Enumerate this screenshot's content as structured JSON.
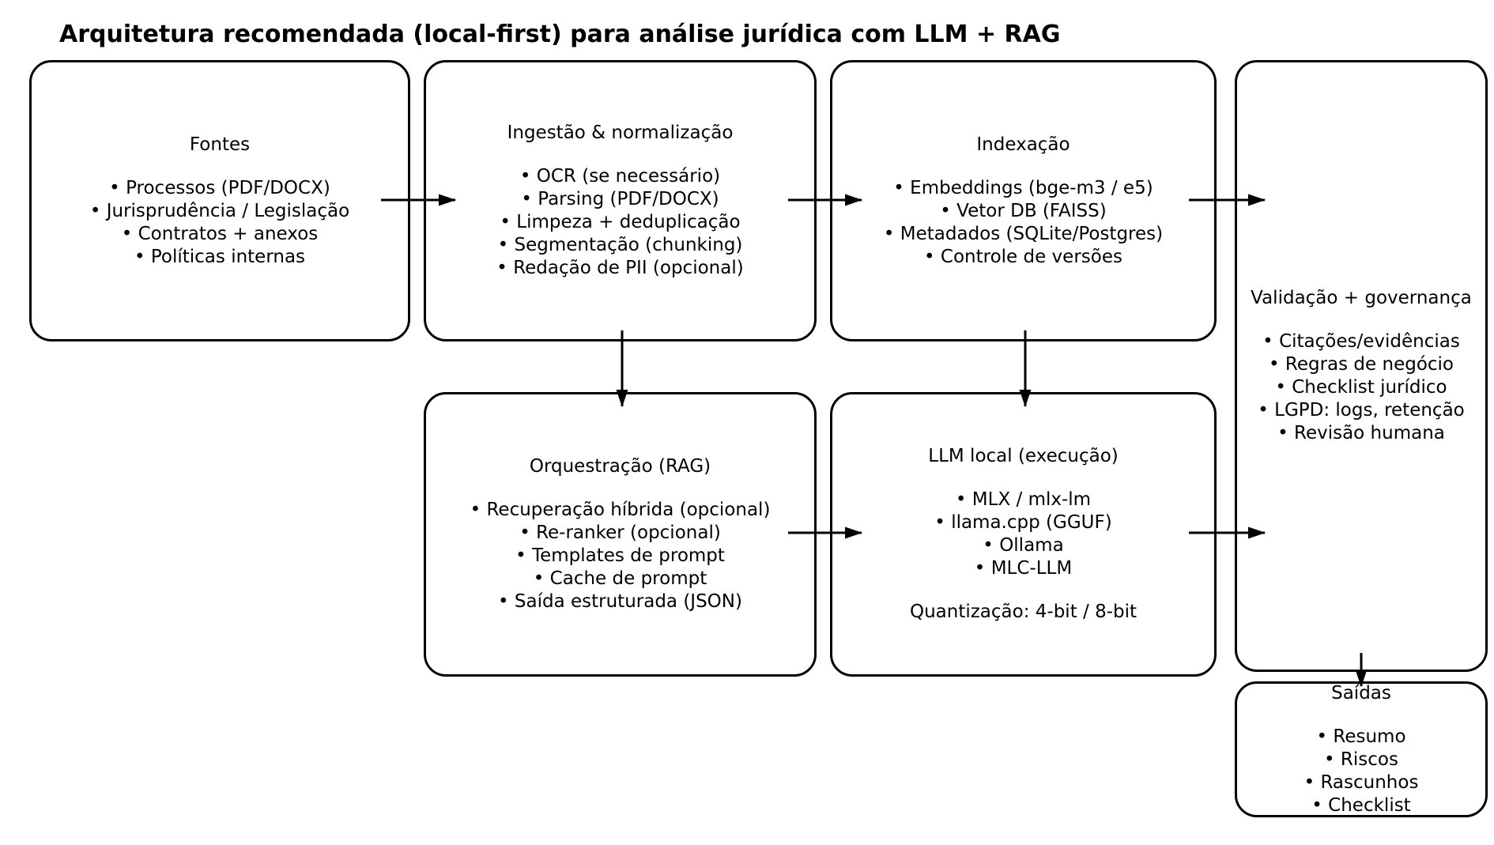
{
  "title": "Arquitetura recomendada (local-first) para análise jurídica com LLM + RAG",
  "boxes": {
    "fontes": {
      "title": "Fontes",
      "items": [
        "Processos (PDF/DOCX)",
        "Jurisprudência / Legislação",
        "Contratos + anexos",
        "Políticas internas"
      ]
    },
    "ingestao": {
      "title": "Ingestão & normalização",
      "items": [
        "OCR (se necessário)",
        "Parsing (PDF/DOCX)",
        "Limpeza + deduplicação",
        "Segmentação (chunking)",
        "Redação de PII (opcional)"
      ]
    },
    "indexacao": {
      "title": "Indexação",
      "items": [
        "Embeddings (bge-m3 / e5)",
        "Vetor DB (FAISS)",
        "Metadados (SQLite/Postgres)",
        "Controle de versões"
      ]
    },
    "validacao": {
      "title": "Validação + governança",
      "items": [
        "Citações/evidências",
        "Regras de negócio",
        "Checklist jurídico",
        "LGPD: logs, retenção",
        "Revisão humana"
      ]
    },
    "orquestracao": {
      "title": "Orquestração (RAG)",
      "items": [
        "Recuperação híbrida (opcional)",
        "Re-ranker (opcional)",
        "Templates de prompt",
        "Cache de prompt",
        "Saída estruturada (JSON)"
      ]
    },
    "llm": {
      "title": "LLM local (execução)",
      "items": [
        "MLX / mlx-lm",
        "llama.cpp (GGUF)",
        "Ollama",
        "MLC-LLM"
      ],
      "footer": "Quantização: 4-bit / 8-bit"
    },
    "saidas": {
      "title": "Saídas",
      "items": [
        "Resumo",
        "Riscos",
        "Rascunhos",
        "Checklist"
      ]
    }
  },
  "edges": [
    {
      "from": "Fontes",
      "to": "Ingestão & normalização"
    },
    {
      "from": "Ingestão & normalização",
      "to": "Indexação"
    },
    {
      "from": "Indexação",
      "to": "Validação + governança"
    },
    {
      "from": "Ingestão & normalização",
      "to": "Orquestração (RAG)"
    },
    {
      "from": "Indexação",
      "to": "LLM local (execução)"
    },
    {
      "from": "Orquestração (RAG)",
      "to": "LLM local (execução)"
    },
    {
      "from": "LLM local (execução)",
      "to": "Validação + governança"
    },
    {
      "from": "Validação + governança",
      "to": "Saídas"
    }
  ],
  "colors": {
    "stroke": "#000000",
    "background": "#ffffff"
  }
}
